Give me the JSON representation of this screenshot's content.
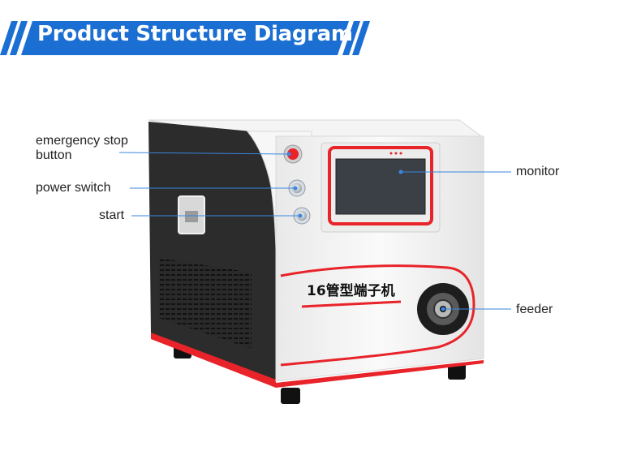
{
  "header": {
    "title": "Product Structure Diagram"
  },
  "machine": {
    "model_text": "16管型端子机"
  },
  "colors": {
    "accent": "#1b6fd2",
    "frame": "#e8232a",
    "leader": "#3a86e0",
    "body": "#f1f1f1",
    "dark": "#2b2b2b"
  },
  "callouts": {
    "emergency_stop": {
      "line1": "emergency stop",
      "line2": "button"
    },
    "power_switch": "power switch",
    "start": "start",
    "monitor": "monitor",
    "feeder": "feeder"
  }
}
